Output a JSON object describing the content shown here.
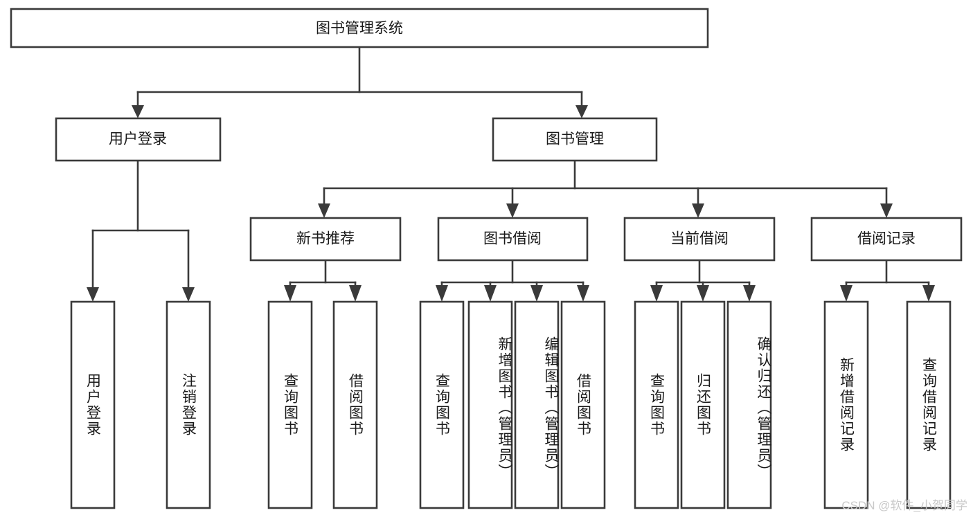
{
  "diagram": {
    "title": "图书管理系统",
    "type": "tree",
    "orientation": "top-down",
    "colors": {
      "box_stroke": "#3a3a3a",
      "box_fill": "#ffffff",
      "connector": "#3a3a3a",
      "text": "#1a1a1a",
      "watermark": "#c9c9c9"
    },
    "root": {
      "label": "图书管理系统"
    },
    "level1": [
      {
        "label": "用户登录"
      },
      {
        "label": "图书管理"
      }
    ],
    "level2": [
      {
        "label": "新书推荐"
      },
      {
        "label": "图书借阅"
      },
      {
        "label": "当前借阅"
      },
      {
        "label": "借阅记录"
      }
    ],
    "leaves": {
      "user_login": [
        {
          "label": "用户登录"
        },
        {
          "label": "注销登录"
        }
      ],
      "new_book_recommend": [
        {
          "label": "查询图书"
        },
        {
          "label": "借阅图书"
        }
      ],
      "book_borrow": [
        {
          "label": "查询图书"
        },
        {
          "label": "新增图书（管理员）"
        },
        {
          "label": "编辑图书（管理员）"
        },
        {
          "label": "借阅图书"
        }
      ],
      "current_borrow": [
        {
          "label": "查询图书"
        },
        {
          "label": "归还图书"
        },
        {
          "label": "确认归还（管理员）"
        }
      ],
      "borrow_record": [
        {
          "label": "新增借阅记录"
        },
        {
          "label": "查询借阅记录"
        }
      ]
    },
    "watermark": "CSDN @软件_小贺同学"
  }
}
